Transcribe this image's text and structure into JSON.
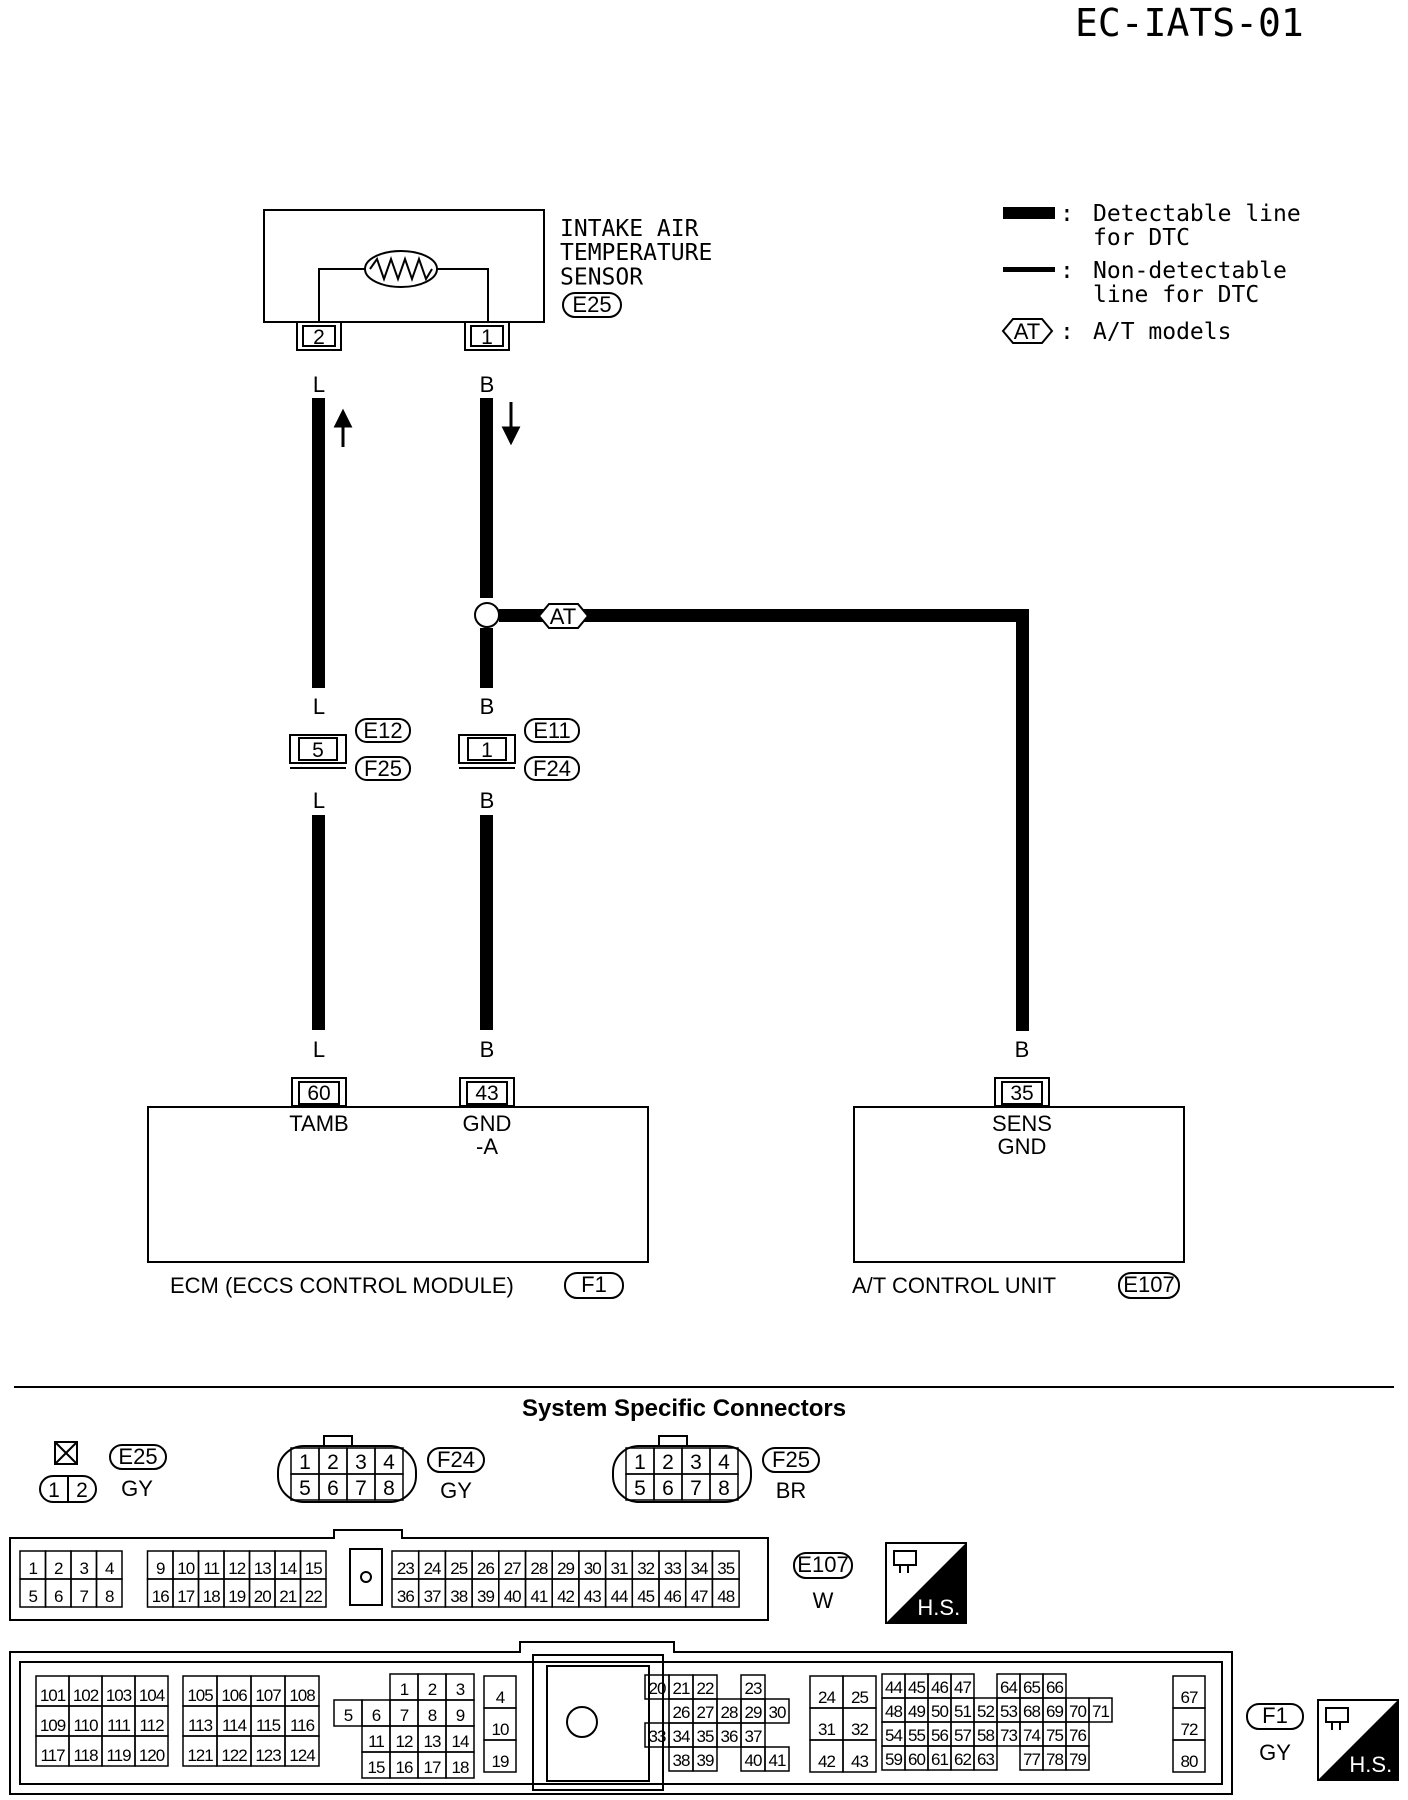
{
  "page_code": "EC-IATS-01",
  "legend": {
    "detectable": "Detectable line\nfor DTC",
    "non_detectable": "Non-detectable\nline for DTC",
    "at_symbol": "AT",
    "at_models": "A/T models"
  },
  "sensor": {
    "name": "INTAKE AIR\nTEMPERATURE\nSENSOR",
    "connector": "E25",
    "pin_left": "2",
    "pin_right": "1"
  },
  "wires": {
    "left_color": "L",
    "right_color": "B",
    "at_branch_color": "B",
    "at_tag": "AT"
  },
  "joint_connectors": {
    "left": {
      "pin": "5",
      "top": "E12",
      "bottom": "F25"
    },
    "right": {
      "pin": "1",
      "top": "E11",
      "bottom": "F24"
    }
  },
  "ecm": {
    "label": "ECM (ECCS CONTROL MODULE)",
    "connector": "F1",
    "pin_tamb": "60",
    "tamb_label": "TAMB",
    "pin_gnd": "43",
    "gnd_label": "GND\n-A"
  },
  "tcu": {
    "label": "A/T CONTROL UNIT",
    "connector": "E107",
    "pin": "35",
    "pin_label": "SENS\nGND"
  },
  "connectors_section": {
    "title": "System Specific Connectors",
    "e25": {
      "id": "E25",
      "color": "GY",
      "pins": [
        "1",
        "2"
      ]
    },
    "f24": {
      "id": "F24",
      "color": "GY",
      "rows": [
        [
          "1",
          "2",
          "3",
          "4"
        ],
        [
          "5",
          "6",
          "7",
          "8"
        ]
      ]
    },
    "f25": {
      "id": "F25",
      "color": "BR",
      "rows": [
        [
          "1",
          "2",
          "3",
          "4"
        ],
        [
          "5",
          "6",
          "7",
          "8"
        ]
      ]
    },
    "e107": {
      "id": "E107",
      "color": "W",
      "left_rows": [
        [
          "1",
          "2",
          "3",
          "4",
          "",
          "9",
          "10",
          "11",
          "12",
          "13",
          "14",
          "15"
        ],
        [
          "5",
          "6",
          "7",
          "8",
          "",
          "16",
          "17",
          "18",
          "19",
          "20",
          "21",
          "22"
        ]
      ],
      "right_rows": [
        [
          "23",
          "24",
          "25",
          "26",
          "27",
          "28",
          "29",
          "30",
          "31",
          "32",
          "33",
          "34",
          "35"
        ],
        [
          "36",
          "37",
          "38",
          "39",
          "40",
          "41",
          "42",
          "43",
          "44",
          "45",
          "46",
          "47",
          "48"
        ]
      ],
      "badge": "H.S."
    },
    "f1": {
      "id": "F1",
      "color": "GY",
      "block_a": [
        [
          "101",
          "102",
          "103",
          "104"
        ],
        [
          "109",
          "110",
          "111",
          "112"
        ],
        [
          "117",
          "118",
          "119",
          "120"
        ]
      ],
      "block_b": [
        [
          "105",
          "106",
          "107",
          "108"
        ],
        [
          "113",
          "114",
          "115",
          "116"
        ],
        [
          "121",
          "122",
          "123",
          "124"
        ]
      ],
      "block_c": [
        [
          "",
          "",
          "1",
          "2",
          "3"
        ],
        [
          "5",
          "6",
          "7",
          "8",
          "9"
        ],
        [
          "",
          "11",
          "12",
          "13",
          "14"
        ],
        [
          "",
          "15",
          "16",
          "17",
          "18"
        ]
      ],
      "block_d": [
        [
          "4"
        ],
        [
          "10"
        ],
        [
          "19"
        ]
      ],
      "block_e": [
        [
          "20",
          "21",
          "22",
          "",
          "23"
        ],
        [
          "",
          "26",
          "27",
          "28",
          "29",
          "30"
        ],
        [
          "33",
          "34",
          "35",
          "36",
          "37"
        ],
        [
          "",
          "38",
          "39",
          "",
          "40",
          "41"
        ]
      ],
      "block_f": [
        [
          "24",
          "25"
        ],
        [
          "31",
          "32"
        ],
        [
          "42",
          "43"
        ]
      ],
      "block_g": [
        [
          "44",
          "45",
          "46",
          "47",
          "",
          "64",
          "65",
          "66"
        ],
        [
          "48",
          "49",
          "50",
          "51",
          "52",
          "53",
          "68",
          "69",
          "70",
          "71"
        ],
        [
          "54",
          "55",
          "56",
          "57",
          "58",
          "73",
          "74",
          "75",
          "76"
        ],
        [
          "59",
          "60",
          "61",
          "62",
          "63",
          "",
          "77",
          "78",
          "79"
        ]
      ],
      "block_h": [
        [
          "67"
        ],
        [
          "72"
        ],
        [
          "80"
        ]
      ],
      "badge": "H.S."
    }
  }
}
